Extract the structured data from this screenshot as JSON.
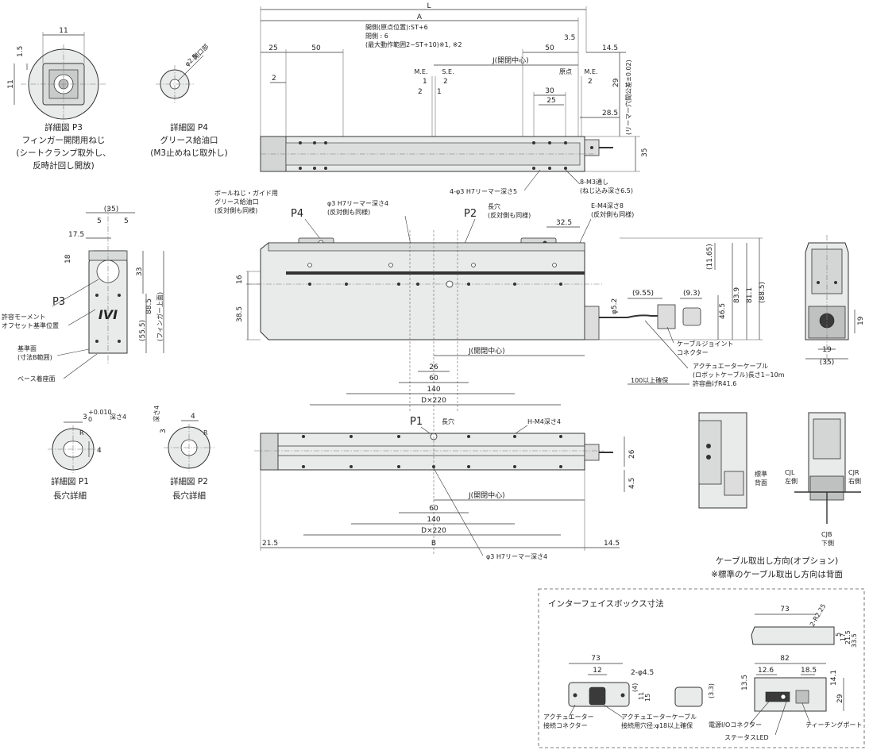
{
  "labels": {
    "detail_p3_title": "詳細図 P3",
    "detail_p3_line1": "フィンガー開閉用ねじ",
    "detail_p3_line2": "(シートクランプ取外し、",
    "detail_p3_line3": "反時計回し開放)",
    "detail_p4_title": "詳細図 P4",
    "detail_p4_line1": "グリース給油口",
    "detail_p4_line2": "(M3止めねじ取外し)",
    "detail_p1_title": "詳細図 P1",
    "detail_p1_sub": "長穴詳細",
    "detail_p2_title": "詳細図 P2",
    "detail_p2_sub": "長穴詳細",
    "p1": "P1",
    "p2": "P2",
    "p3": "P3",
    "p4": "P4",
    "opening_part": "開口部",
    "phi25": "φ2.5",
    "top_note1": "開側(原点位置):ST+6",
    "top_note2": "閉側        :   6",
    "top_note3": "(最大動作範囲2~ST+10)※1, ※2",
    "j_center": "J(開閉中心)",
    "me": "M.E.",
    "se": "S.E.",
    "origin": "原点",
    "reamer_note": "(リーマー穴間公差±0.02)",
    "hole_4phi3": "4-φ3 H7リーマー深さ5",
    "m3_through1": "8-M3通し",
    "m3_through2": "(ねじ込み深さ6.5)",
    "ballscrew1": "ボールねじ・ガイド用",
    "ballscrew2": "グリース給油口",
    "ballscrew3": "(反対側も同様)",
    "phi3_h7_1": "φ3 H7リーマー深さ4",
    "phi3_h7_2": "(反対側も同様)",
    "long_hole1": "長穴",
    "long_hole2": "(反対側も同様)",
    "em4_1": "E-M4深さ8",
    "em4_2": "(反対側も同様)",
    "moment1": "許容モーメント",
    "moment2": "オフセット基準位置",
    "ref_surface1": "基準面",
    "ref_surface2": "(寸法B範囲)",
    "base_surface": "ベース着座面",
    "finger_top": "(フィンガー上面)",
    "cable_joint1": "ケーブルジョイント",
    "cable_joint2": "コネクター",
    "actuator_cable1": "アクチュエーターケーブル",
    "actuator_cable2": "(ロボットケーブル)長さ1~10m",
    "bend_radius": "許容曲げR41.6",
    "ensure100": "100以上確保",
    "d220": "D×220",
    "hm4": "H-M4深さ4",
    "long_hole": "長穴",
    "phi3_bottom": "φ3 H7リーマー深さ4",
    "b": "B",
    "a": "A",
    "l": "L",
    "cable_dir_title": "ケーブル取出し方向(オプション)",
    "cable_dir_note": "※標準のケーブル取出し方向は背面",
    "std_back1": "標準",
    "std_back2": "背面",
    "cjl1": "CJL",
    "cjl2": "左側",
    "cjr1": "CJR",
    "cjr2": "右側",
    "cjb1": "CJB",
    "cjb2": "下側",
    "if_box_title": "インターフェイスボックス寸法",
    "act_conn1": "アクチュエーター",
    "act_conn2": "接続コネクター",
    "act_cable1": "アクチュエーターケーブル",
    "act_cable2": "接続用穴径:φ18以上確保",
    "power_io": "電源I/Oコネクター",
    "teaching_port": "ティーチングポート",
    "status_led": "ステータスLED",
    "r_label": "R",
    "deep4": "深さ4",
    "tol_sup": "+0.010",
    "tol_sub": "0"
  },
  "dims": {
    "d11": "11",
    "d1_5": "1.5",
    "d11v": "11",
    "d25": "25",
    "d50a": "50",
    "d50b": "50",
    "d3_5": "3.5",
    "d14_5": "14.5",
    "d2a": "2",
    "d1a": "1",
    "d2b": "2",
    "d1b": "1",
    "d2c": "2",
    "d2d": "2",
    "d30": "30",
    "d25b": "25",
    "d28_5": "28.5",
    "d29": "29",
    "d35": "35",
    "d35p": "(35)",
    "d5a": "5",
    "d5b": "5",
    "d17_5": "17.5",
    "d18": "18",
    "d33": "33",
    "d88_5": "88.5",
    "d55_5": "(55.5)",
    "d16": "16",
    "d38_5": "38.5",
    "d32_5": "32.5",
    "d11_65": "(11.65)",
    "d83_9": "83.9",
    "d81_1": "81.1",
    "d88_5p": "(88.5)",
    "d46_5": "46.5",
    "d9_55": "(9.55)",
    "d9_3": "(9.3)",
    "d5_2": "φ5.2",
    "d26": "26",
    "d60": "60",
    "d140": "140",
    "d26b": "26",
    "d4_5": "4.5",
    "d60b": "60",
    "d140b": "140",
    "d21_5": "21.5",
    "d14_5b": "14.5",
    "d19": "19",
    "d19b": "19",
    "d35c": "(35)",
    "d3_p1": "3",
    "d4_p1": "4",
    "d3_p2": "3",
    "d4_p2": "4",
    "ib73a": "73",
    "ib2r": "2-R2.25",
    "ib5": "5",
    "ib17": "17",
    "ib21_5": "21.5",
    "ib33_5": "33.5",
    "ib82": "82",
    "ib12_6": "12.6",
    "ib18_5": "18.5",
    "ib13_5": "13.5",
    "ib14_1": "14.1",
    "ib29": "29",
    "ib73b": "73",
    "ib12": "12",
    "ib2phi": "2-φ4.5",
    "ib4": "(4)",
    "ib11": "11",
    "ib15": "15",
    "ib3_3": "(3.3)"
  }
}
